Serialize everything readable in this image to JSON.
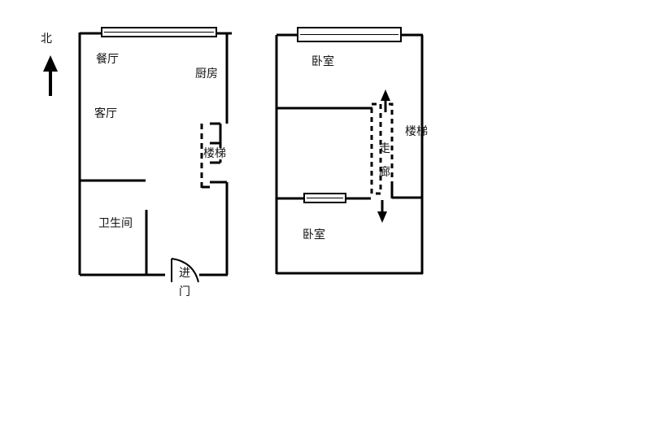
{
  "compass": {
    "label": "北"
  },
  "ground_floor": {
    "rooms": {
      "dining": "餐厅",
      "kitchen": "厨房",
      "living": "客厅",
      "stairs": "楼梯",
      "bathroom": "卫生间"
    },
    "entrance": {
      "line1": "进",
      "line2": "门"
    }
  },
  "upper_floor": {
    "rooms": {
      "bedroom_north": "卧室",
      "stairs": "楼梯",
      "corridor_1": "走",
      "corridor_2": "廊",
      "bedroom_south": "卧室"
    }
  }
}
